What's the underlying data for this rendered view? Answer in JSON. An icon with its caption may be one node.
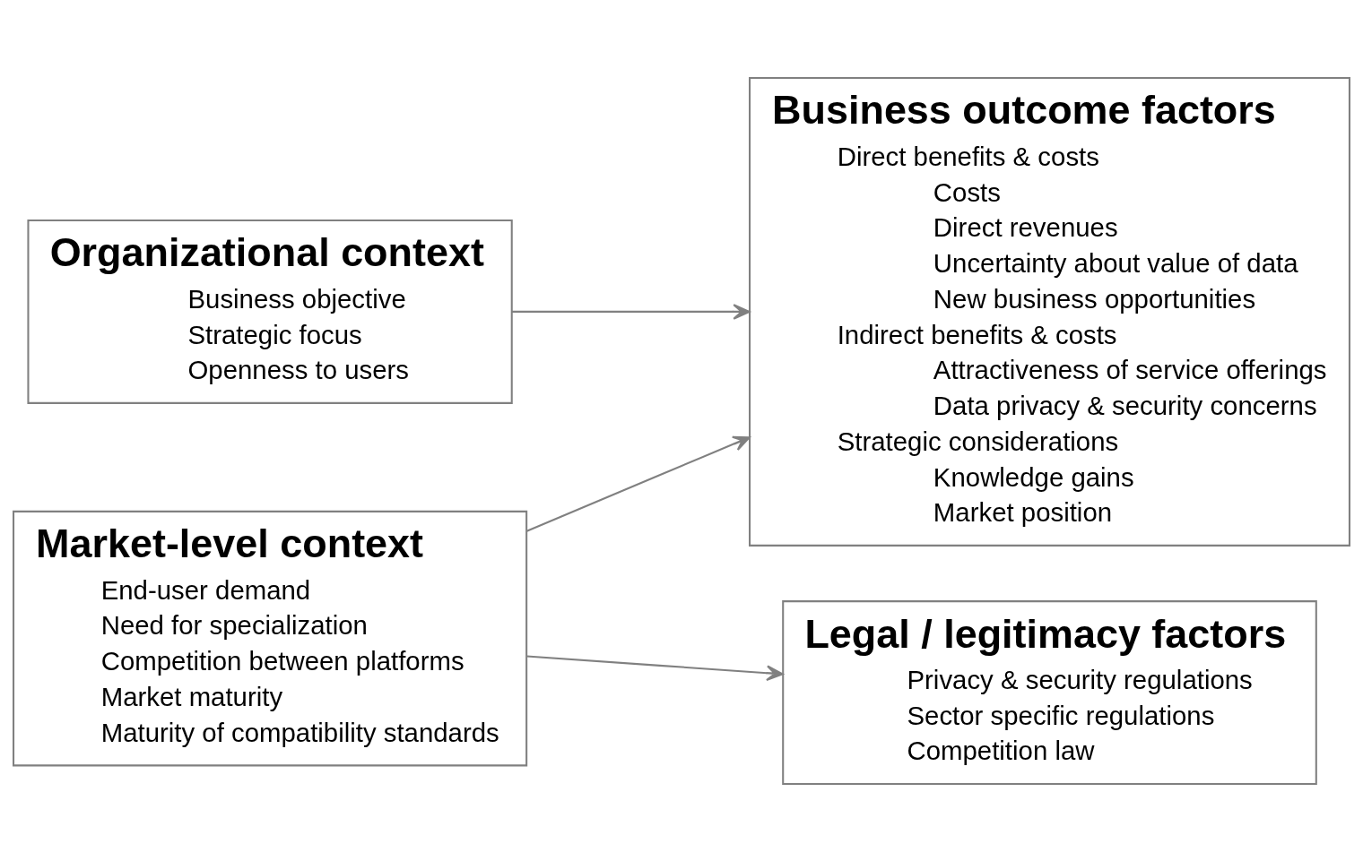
{
  "diagram": {
    "nodes": [
      {
        "text": [
          "Organizational context",
          "Business objective",
          "Strategic focus",
          "Openness to users"
        ]
      },
      {
        "text": [
          "Market-level context",
          "End-user demand",
          "Need for specialization",
          "Competition between platforms",
          "Market maturity",
          "Maturity of compatibility standards"
        ]
      },
      {
        "text": [
          "Business outcome factors",
          "Direct benefits & costs",
          "Costs",
          "Direct revenues",
          "Uncertainty about value of data",
          "New business opportunities",
          "Indirect benefits & costs",
          "Attractiveness of service offerings",
          "Data privacy & security concerns",
          "Strategic considerations",
          "Knowledge gains",
          "Market position"
        ]
      },
      {
        "text": [
          "Legal / legitimacy factors",
          "Privacy & security regulations",
          "Sector specific regulations",
          "Competition law"
        ]
      }
    ],
    "edges": [
      {
        "from": 0,
        "to": 2,
        "arrow": "to"
      },
      {
        "from": 1,
        "to": 2,
        "arrow": "to"
      },
      {
        "from": 1,
        "to": 3,
        "arrow": "to"
      }
    ]
  }
}
